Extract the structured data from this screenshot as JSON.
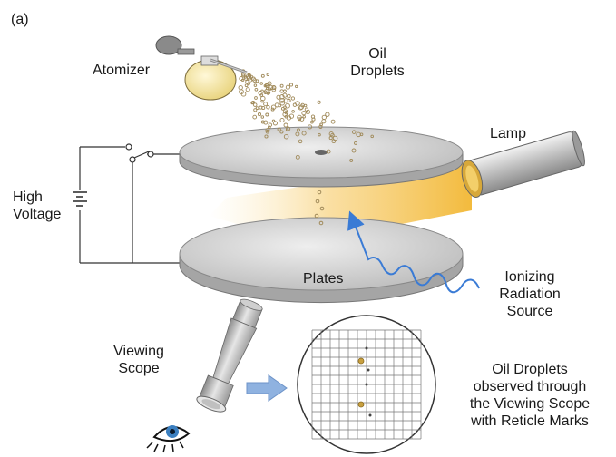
{
  "figure": {
    "panel_label": "(a)",
    "labels": {
      "atomizer": "Atomizer",
      "oil_droplets_1": "Oil",
      "oil_droplets_2": "Droplets",
      "lamp": "Lamp",
      "high_voltage_1": "High",
      "high_voltage_2": "Voltage",
      "plates": "Plates",
      "ionizing_1": "Ionizing",
      "ionizing_2": "Radiation",
      "ionizing_3": "Source",
      "viewing_scope_1": "Viewing",
      "viewing_scope_2": "Scope",
      "observed_1": "Oil Droplets",
      "observed_2": "observed through",
      "observed_3": "the Viewing Scope",
      "observed_4": "with Reticle Marks"
    }
  },
  "colors": {
    "plate_top": "#d6d6d6",
    "plate_edge": "#9a9a9a",
    "beam": "#f2b733",
    "radiation_wave": "#3a7bd5",
    "arrow": "#8fb2e0",
    "droplet": "#a08a5a",
    "droplet_marked": "#c8a040"
  }
}
